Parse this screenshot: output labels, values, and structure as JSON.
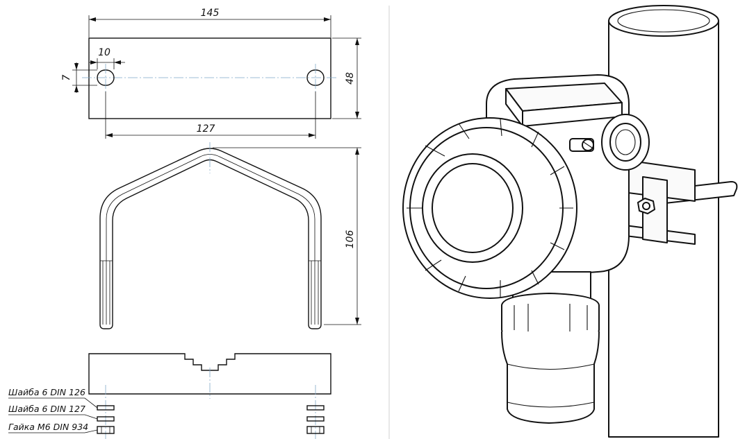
{
  "dimensions": {
    "overall_length": "145",
    "hole_offset": "10",
    "hole_width": "7",
    "height": "48",
    "hole_spacing": "127",
    "ubolt_height": "106"
  },
  "fasteners": {
    "washer_1": "Шайба 6 DIN 126",
    "washer_2": "Шайба 6 DIN 127",
    "nut": "Гайка М6 DIN 934"
  }
}
